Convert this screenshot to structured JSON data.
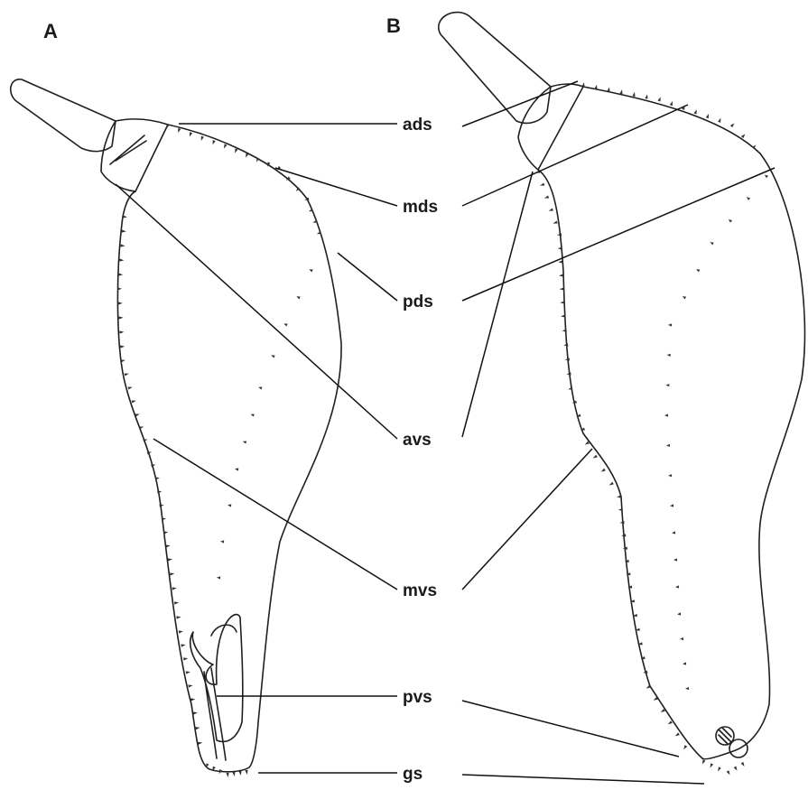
{
  "panels": [
    {
      "id": "A",
      "label": "A"
    },
    {
      "id": "B",
      "label": "B"
    }
  ],
  "labels": [
    {
      "key": "ads",
      "text": "ads"
    },
    {
      "key": "mds",
      "text": "mds"
    },
    {
      "key": "pds",
      "text": "pds"
    },
    {
      "key": "avs",
      "text": "avs"
    },
    {
      "key": "mvs",
      "text": "mvs"
    },
    {
      "key": "pvs",
      "text": "pvs"
    },
    {
      "key": "gs",
      "text": "gs"
    }
  ]
}
